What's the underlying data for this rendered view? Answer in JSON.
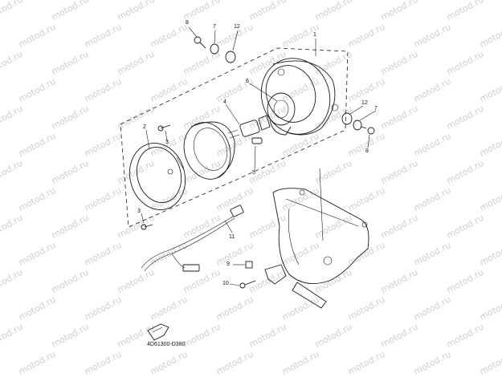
{
  "watermark": "motod.ru",
  "part_code": "4D61300-D380",
  "callouts": [
    "8",
    "7",
    "12",
    "1",
    "6",
    "4",
    "2",
    "3",
    "5",
    "12",
    "7",
    "8",
    "3",
    "11",
    "9",
    "10"
  ]
}
